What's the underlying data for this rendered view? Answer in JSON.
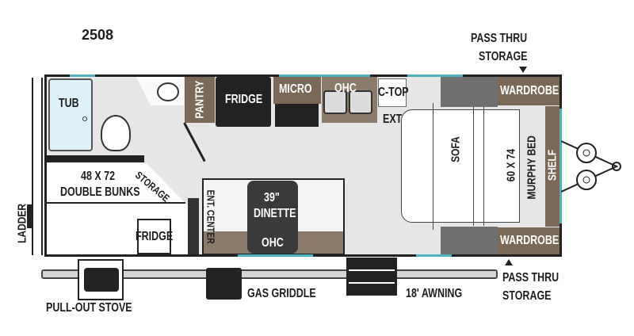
{
  "model": "2508",
  "labels": {
    "tub": "TUB",
    "storage": "STORAGE",
    "bunks_size": "48 X 72",
    "bunks": "DOUBLE BUNKS",
    "outdoor_fridge": "FRIDGE",
    "pantry": "PANTRY",
    "fridge": "FRIDGE",
    "micro": "MICRO",
    "ohc_kitchen": "OHC",
    "ctop": "C-TOP",
    "ext": "EXT.",
    "ent_center": "ENT. CENTER",
    "dinette_size": "39\"",
    "dinette": "DINETTE",
    "ohc_dinette": "OHC",
    "sofa": "SOFA",
    "murphy_size": "60 X 74",
    "murphy": "MURPHY BED",
    "shelf": "SHELF",
    "wardrobe_top": "WARDROBE",
    "wardrobe_bottom": "WARDROBE",
    "ladder": "LADDER",
    "pull_out_stove": "PULL-OUT STOVE",
    "gas_griddle": "GAS GRIDDLE",
    "awning": "18' AWNING",
    "pass_thru_top_1": "PASS THRU",
    "pass_thru_top_2": "STORAGE",
    "pass_thru_bottom_1": "PASS THRU",
    "pass_thru_bottom_2": "STORAGE"
  },
  "colors": {
    "wall": "#222222",
    "cabinet": "#7b6957",
    "window": "#4fb3bf",
    "floor": "#e4e4e4"
  }
}
